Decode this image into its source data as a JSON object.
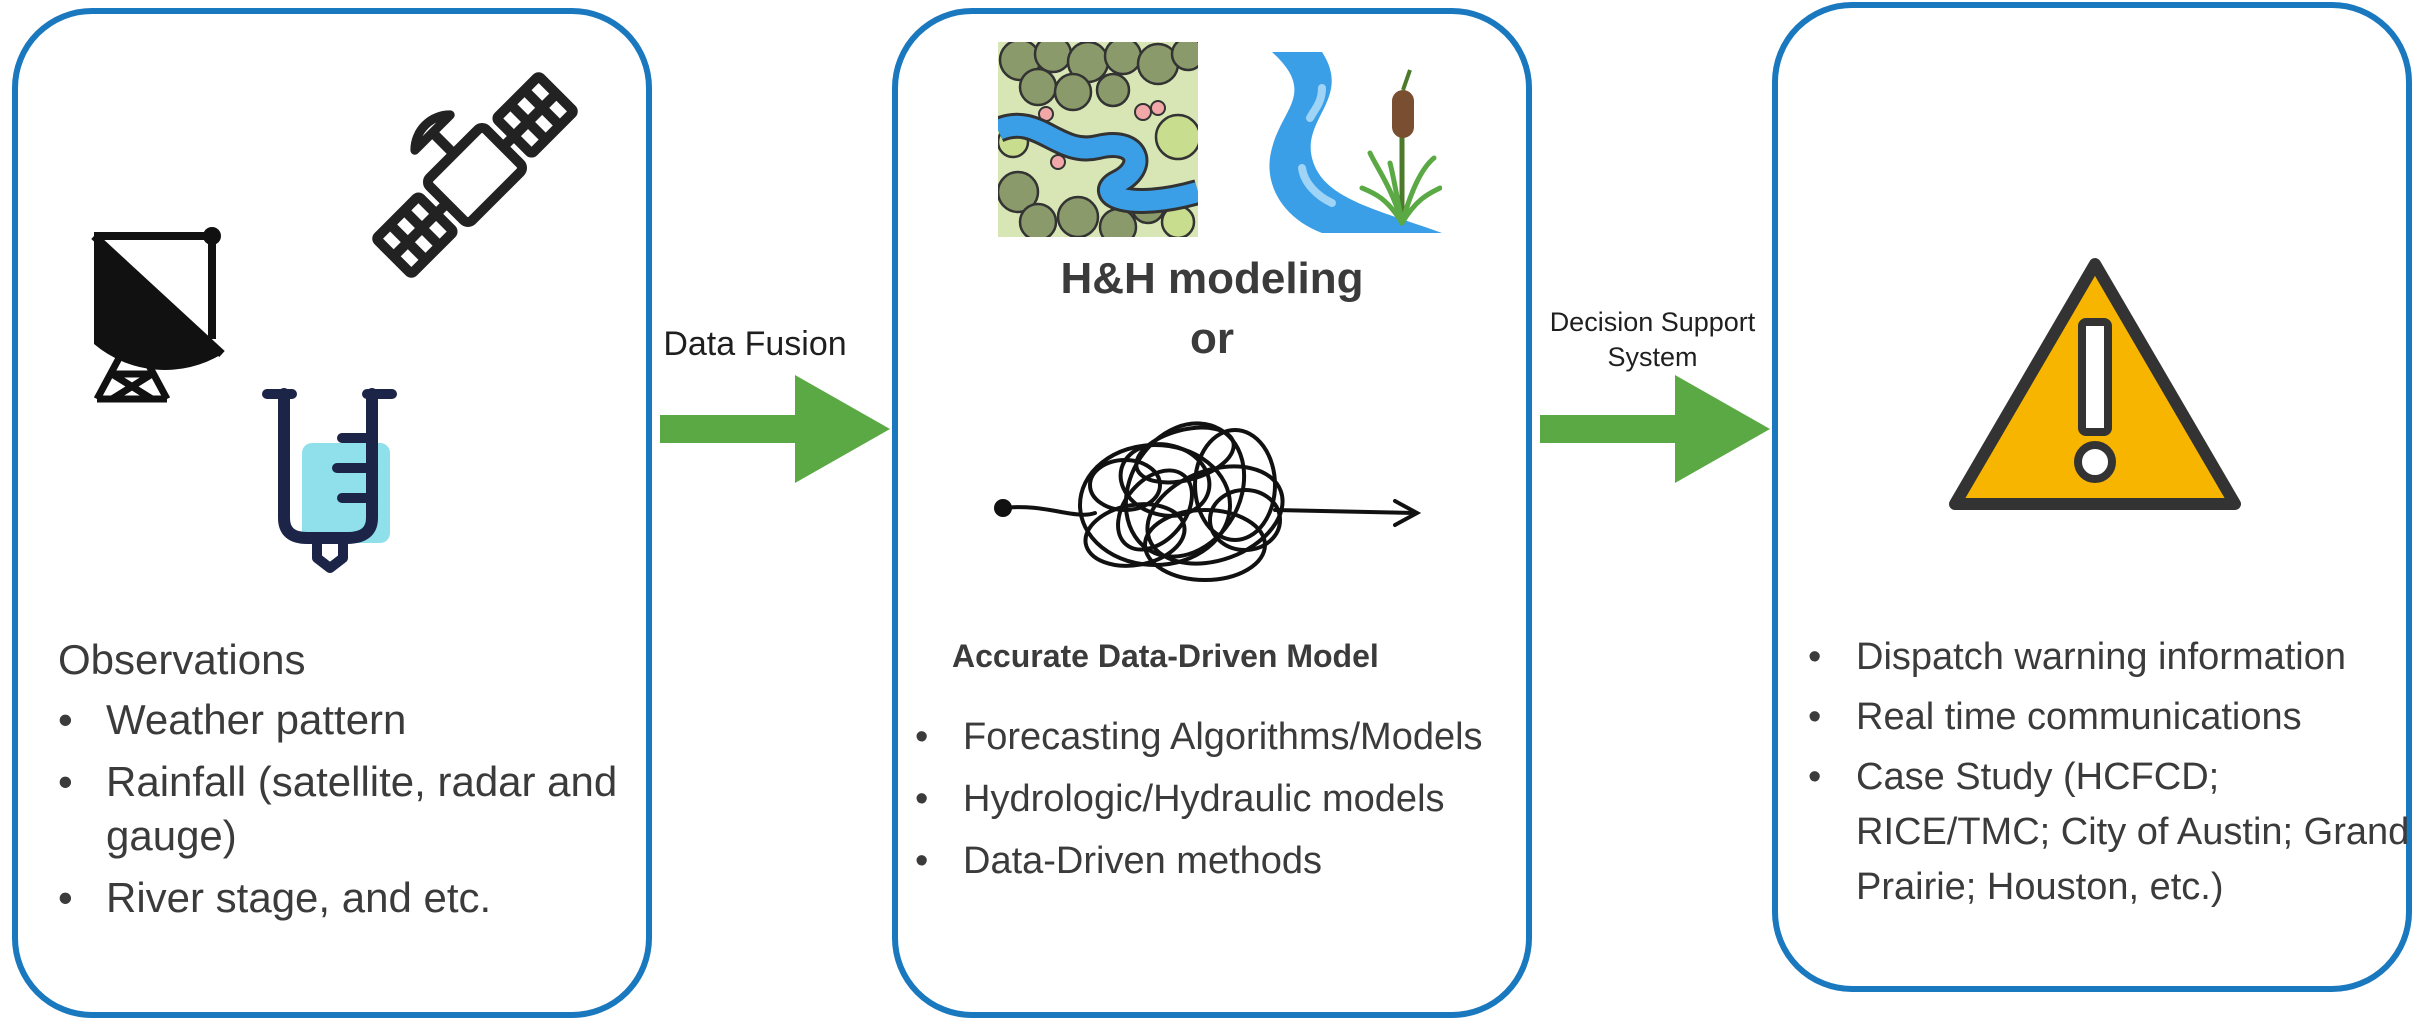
{
  "panels": {
    "observations": {
      "heading": "Observations",
      "items": [
        "Weather pattern",
        "Rainfall (satellite, radar and gauge)",
        "River stage, and etc."
      ],
      "icons": [
        "satellite-dish-icon",
        "satellite-icon",
        "rain-gauge-icon"
      ]
    },
    "modeling": {
      "title_line1": "H&H modeling",
      "title_line2": "or",
      "subtitle": "Accurate Data-Driven Model",
      "items": [
        "Forecasting Algorithms/Models",
        "Hydrologic/Hydraulic models",
        "Data-Driven methods"
      ],
      "icons": [
        "river-map-icon",
        "river-cattail-icon",
        "tangled-line-icon"
      ]
    },
    "warning": {
      "items": [
        "Dispatch warning information",
        "Real time communications",
        "Case Study (HCFCD; RICE/TMC; City of Austin; Grand Prairie; Houston, etc.)"
      ],
      "icons": [
        "warning-triangle-icon"
      ]
    }
  },
  "arrows": {
    "first_label": "Data Fusion",
    "second_label": "Decision Support System",
    "color": "#5aa944"
  },
  "colors": {
    "panel_border": "#1a78bf",
    "warning_fill": "#f7b500",
    "river_blue": "#3a9fe6"
  }
}
